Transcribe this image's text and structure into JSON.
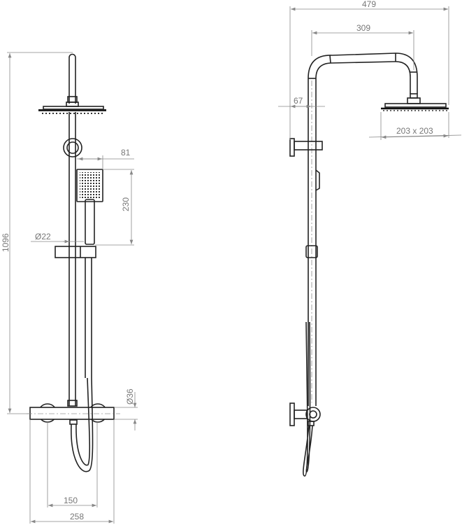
{
  "dimensions": {
    "total_height": "1096",
    "hand_shower_width": "81",
    "hand_shower_height": "230",
    "rail_diameter": "Ø22",
    "valve_diameter": "Ø36",
    "valve_centres": "150",
    "valve_width": "258",
    "total_depth": "479",
    "arm_reach": "309",
    "wall_offset": "67",
    "head_size": "203 x 203"
  },
  "colors": {
    "line": "#222222",
    "dimension": "#888888"
  }
}
